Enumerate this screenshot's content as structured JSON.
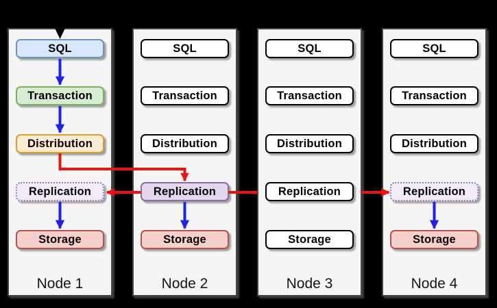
{
  "background_color": "#000000",
  "panel_color": "#f5f5f5",
  "nodes": [
    {
      "label": "Node 1",
      "boxes": [
        {
          "label": "SQL",
          "variant": "blue"
        },
        {
          "label": "Transaction",
          "variant": "green"
        },
        {
          "label": "Distribution",
          "variant": "orange"
        },
        {
          "label": "Replication",
          "variant": "purple-dotted"
        },
        {
          "label": "Storage",
          "variant": "red"
        }
      ]
    },
    {
      "label": "Node 2",
      "boxes": [
        {
          "label": "SQL",
          "variant": "white"
        },
        {
          "label": "Transaction",
          "variant": "white"
        },
        {
          "label": "Distribution",
          "variant": "white"
        },
        {
          "label": "Replication",
          "variant": "purple-solid"
        },
        {
          "label": "Storage",
          "variant": "red"
        }
      ]
    },
    {
      "label": "Node 3",
      "boxes": [
        {
          "label": "SQL",
          "variant": "white"
        },
        {
          "label": "Transaction",
          "variant": "white"
        },
        {
          "label": "Distribution",
          "variant": "white"
        },
        {
          "label": "Replication",
          "variant": "white"
        },
        {
          "label": "Storage",
          "variant": "white"
        }
      ]
    },
    {
      "label": "Node 4",
      "boxes": [
        {
          "label": "SQL",
          "variant": "white"
        },
        {
          "label": "Transaction",
          "variant": "white"
        },
        {
          "label": "Distribution",
          "variant": "white"
        },
        {
          "label": "Replication",
          "variant": "purple-dotted"
        },
        {
          "label": "Storage",
          "variant": "red"
        }
      ]
    }
  ],
  "edges": [
    {
      "from": "incoming-query",
      "to": "node1.SQL",
      "color": "#000000"
    },
    {
      "from": "node1.SQL",
      "to": "node1.Transaction",
      "color": "#2121e8"
    },
    {
      "from": "node1.Transaction",
      "to": "node1.Distribution",
      "color": "#2121e8"
    },
    {
      "from": "node1.Distribution",
      "to": "node2.Replication",
      "color": "#ee1111"
    },
    {
      "from": "node2.Replication",
      "to": "node1.Replication",
      "color": "#ee1111"
    },
    {
      "from": "node2.Replication",
      "to": "node4.Replication",
      "color": "#ee1111",
      "note": "line passes behind Node 3"
    },
    {
      "from": "node1.Replication",
      "to": "node1.Storage",
      "color": "#2121e8"
    },
    {
      "from": "node2.Replication",
      "to": "node2.Storage",
      "color": "#2121e8"
    },
    {
      "from": "node4.Replication",
      "to": "node4.Storage",
      "color": "#2121e8"
    }
  ],
  "colors": {
    "blue_box_fill": "#d9e7fa",
    "blue_box_border": "#7191c4",
    "green_box_fill": "#d8ecd3",
    "green_box_border": "#79b25e",
    "orange_box_fill": "#ffebd2",
    "orange_box_border": "#d2a12a",
    "purple_box_fill": "#e3d8eb",
    "purple_box_border": "#8d6ba2",
    "purple_dotted_fill": "#f2ecfa",
    "purple_dotted_border": "#9b7ab0",
    "red_box_fill": "#f7cfcb",
    "red_box_border": "#b4534e",
    "arrow_blue": "#2121e8",
    "arrow_red": "#ee1111",
    "arrow_black": "#000000"
  }
}
